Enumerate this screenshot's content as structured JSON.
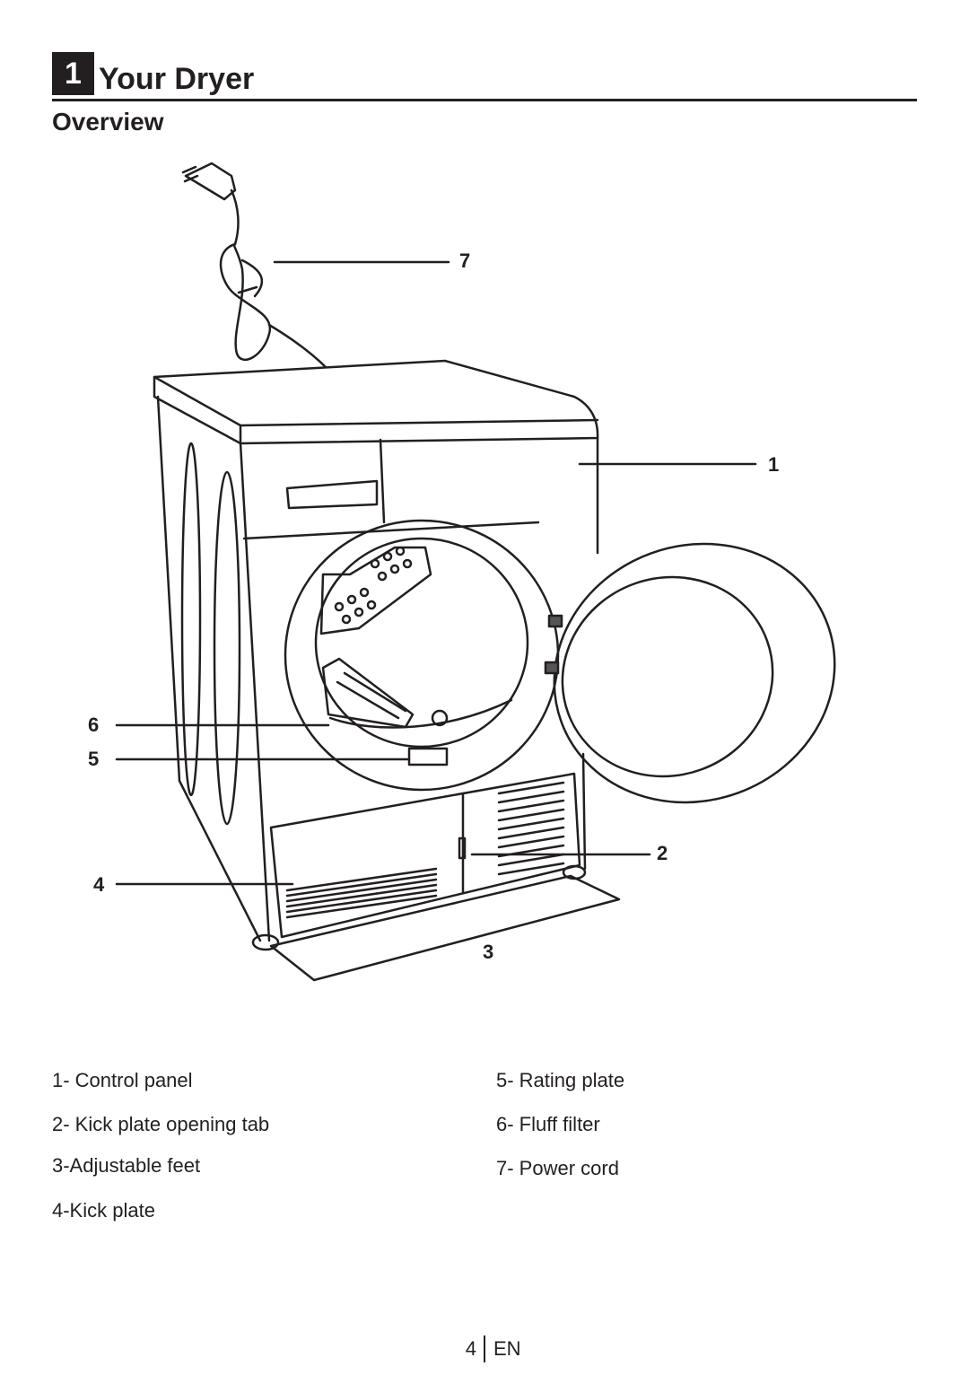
{
  "section": {
    "number": "1",
    "title": "Your Dryer"
  },
  "subheading": "Overview",
  "callouts": [
    "1",
    "2",
    "3",
    "4",
    "5",
    "6",
    "7"
  ],
  "legend": {
    "left": [
      "1- Control panel",
      "2- Kick plate opening tab",
      "3-Adjustable feet",
      "4-Kick plate"
    ],
    "right": [
      "5- Rating plate",
      "6- Fluff filter",
      "7- Power cord"
    ]
  },
  "footer": {
    "page_number": "4",
    "language": "EN"
  }
}
